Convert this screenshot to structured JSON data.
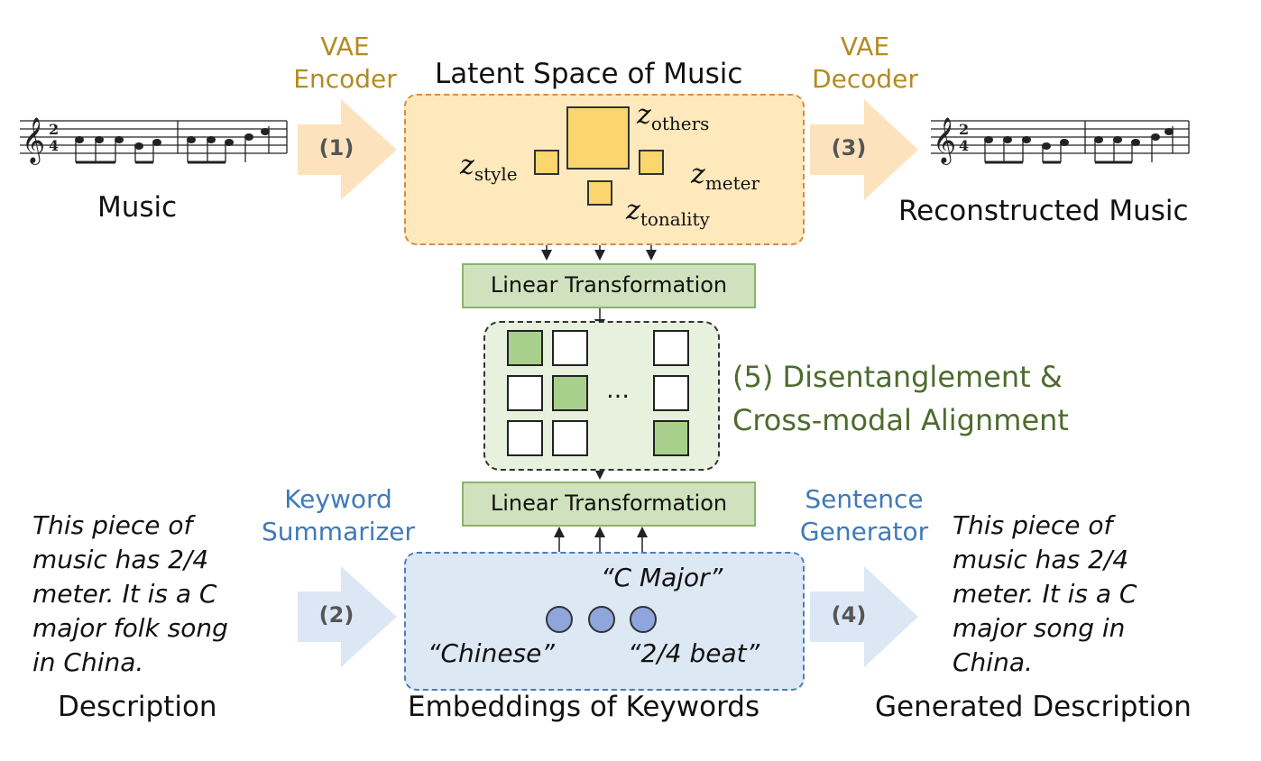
{
  "encoder": {
    "label": "VAE\nEncoder",
    "step": "(1)"
  },
  "decoder": {
    "label": "VAE\nDecoder",
    "step": "(3)"
  },
  "summarizer": {
    "label": "Keyword\nSummarizer",
    "step": "(2)"
  },
  "generator": {
    "label": "Sentence\nGenerator",
    "step": "(4)"
  },
  "latent": {
    "title": "Latent Space of Music",
    "z_others": {
      "base": "z",
      "sub": "others"
    },
    "z_style": {
      "base": "z",
      "sub": "style"
    },
    "z_meter": {
      "base": "z",
      "sub": "meter"
    },
    "z_tonality": {
      "base": "z",
      "sub": "tonality"
    }
  },
  "linear_top": "Linear Transformation",
  "linear_bottom": "Linear Transformation",
  "alignment": {
    "title": "(5) Disentanglement &\nCross-modal Alignment",
    "ellipsis": "…",
    "grid": [
      [
        1,
        0,
        0
      ],
      [
        0,
        1,
        0
      ],
      [
        0,
        0,
        1
      ]
    ]
  },
  "music_label": "Music",
  "reconstructed_label": "Reconstructed Music",
  "description_text": "This piece of\nmusic has 2/4\nmeter. It is a C\nmajor folk song\nin China.",
  "description_label": "Description",
  "generated_text": "This piece of\nmusic has 2/4\nmeter. It is a C\nmajor song in\nChina.",
  "generated_label": "Generated Description",
  "embeddings": {
    "title": "Embeddings of Keywords",
    "kw_major": "“C Major”",
    "kw_chinese": "“Chinese”",
    "kw_beat": "“2/4 beat”"
  },
  "colors": {
    "gold": "#b58a22",
    "blue": "#3f7ab8",
    "green": "#4d6b2d"
  }
}
